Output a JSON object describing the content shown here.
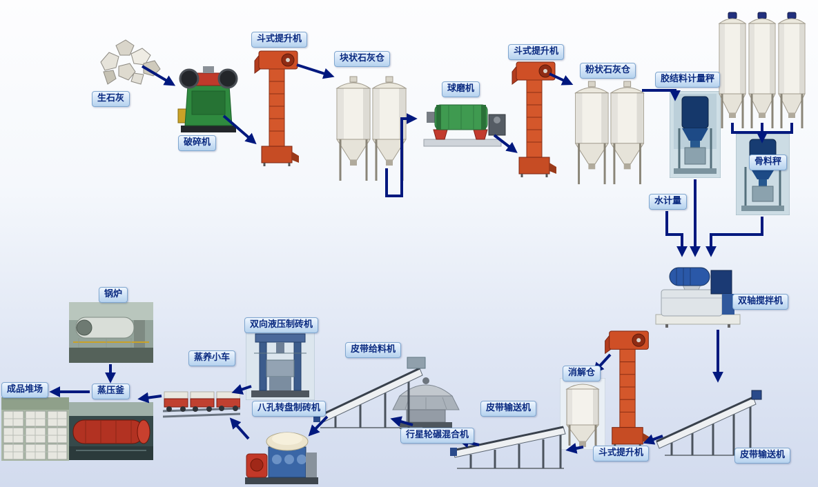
{
  "meta": {
    "arrow_color": "#00187e",
    "label_bg": "#cfe2f6",
    "label_text_color": "#0a2a80",
    "background_top": "#fdfdfe",
    "background_bottom": "#d2dbee"
  },
  "nodes": {
    "quicklime": {
      "label": "生石灰"
    },
    "crusher": {
      "label": "破碎机"
    },
    "bucket_elevator_1": {
      "label": "斗式提升机"
    },
    "lump_lime_silo": {
      "label": "块状石灰仓"
    },
    "ball_mill": {
      "label": "球磨机"
    },
    "bucket_elevator_2": {
      "label": "斗式提升机"
    },
    "powder_lime_silo": {
      "label": "粉状石灰仓"
    },
    "binder_scale": {
      "label": "胶结料计量秤"
    },
    "aggregate_scale": {
      "label": "骨料秤"
    },
    "water_meter": {
      "label": "水计量"
    },
    "twin_shaft_mixer": {
      "label": "双轴搅拌机"
    },
    "belt_conveyor_right": {
      "label": "皮带输送机"
    },
    "bucket_elevator_3": {
      "label": "斗式提升机"
    },
    "slaking_silo": {
      "label": "消解仓"
    },
    "belt_conveyor_mid": {
      "label": "皮带输送机"
    },
    "planetary_mixer": {
      "label": "行星轮碾混合机"
    },
    "belt_feeder": {
      "label": "皮带给料机"
    },
    "hydraulic_brick_press": {
      "label": "双向液压制砖机"
    },
    "rotary_brick_press": {
      "label": "八孔转盘制砖机"
    },
    "curing_trolley": {
      "label": "蒸养小车"
    },
    "autoclave": {
      "label": "蒸压釜"
    },
    "boiler": {
      "label": "锅炉"
    },
    "product_yard": {
      "label": "成品堆场"
    }
  }
}
